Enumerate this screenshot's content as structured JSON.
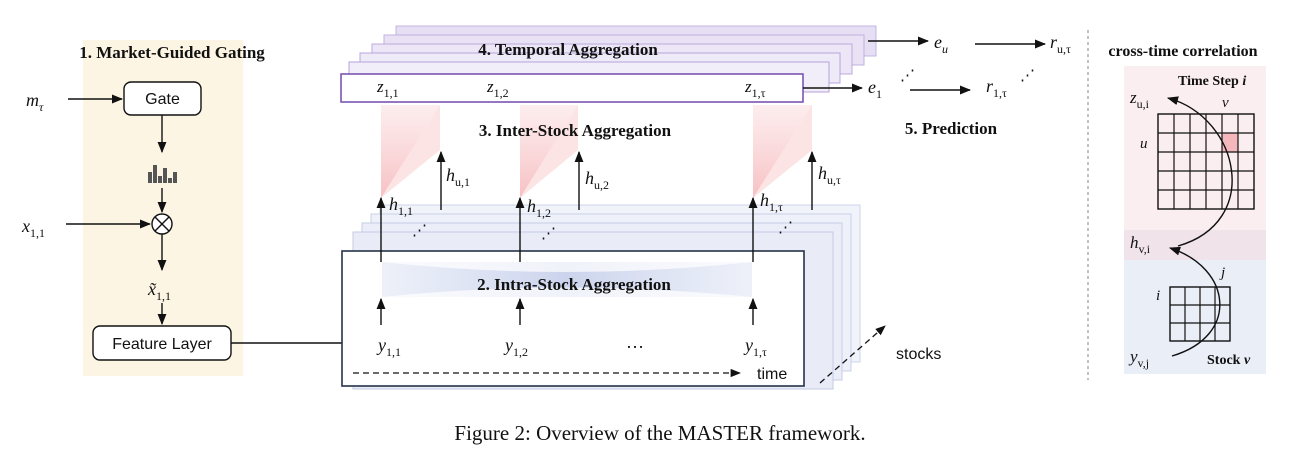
{
  "titles": {
    "gating": "1. Market-Guided Gating",
    "intra": "2. Intra-Stock Aggregation",
    "inter": "3. Inter-Stock Aggregation",
    "temporal": "4. Temporal Aggregation",
    "prediction": "5. Prediction",
    "correlation": "cross-time correlation"
  },
  "gating": {
    "m_label": "m",
    "m_sub": "τ",
    "gate_label": "Gate",
    "x_label": "x",
    "x_sub": "1,1",
    "xt_label": "x̃",
    "xt_sub": "1,1",
    "feature_label": "Feature Layer"
  },
  "inputs": {
    "y11": "y",
    "y11_sub": "1,1",
    "y12": "y",
    "y12_sub": "1,2",
    "y1t": "y",
    "y1t_sub": "1,τ",
    "ellipsis": "…",
    "time": "time",
    "stocks": "stocks"
  },
  "hidden": {
    "h11": "h",
    "h11_sub": "1,1",
    "h12": "h",
    "h12_sub": "1,2",
    "h1t": "h",
    "h1t_sub": "1,τ",
    "hu1": "h",
    "hu1_sub": "u,1",
    "hu2": "h",
    "hu2_sub": "u,2",
    "hut": "h",
    "hut_sub": "u,τ",
    "dots": "⋰"
  },
  "temporal": {
    "z11": "z",
    "z11_sub": "1,1",
    "z12": "z",
    "z12_sub": "1,2",
    "z1t": "z",
    "z1t_sub": "1,τ"
  },
  "prediction": {
    "eu": "e",
    "eu_sub": "u",
    "e1": "e",
    "e1_sub": "1",
    "ru": "r",
    "ru_sub": "u,τ",
    "r1": "r",
    "r1_sub": "1,τ",
    "dots": "⋰"
  },
  "correlation": {
    "time_step": "Time Step ",
    "time_step_var": "i",
    "zui": "z",
    "zui_sub": "u,i",
    "v": "v",
    "u": "u",
    "hvi": "h",
    "hvi_sub": "v,i",
    "j": "j",
    "i": "i",
    "yvj": "y",
    "yvj_sub": "v,j",
    "stock": "Stock ",
    "stock_var": "v"
  },
  "caption": "Figure 2: Overview of the MASTER framework.",
  "colors": {
    "gating_bg": "#fdf5e3",
    "temporal_fill": "#ece6f6",
    "temporal_stroke": "#b9a7db",
    "temporal_front": "#7a55b3",
    "intra_fill": "#eef1f9",
    "intra_stroke": "#c9d0e6",
    "inter_fan": "#f5b2b5",
    "corr_top": "#fbeef0",
    "corr_mid": "#f1e6ed",
    "corr_bottom": "#e9eef7",
    "highlight_cell": "#f4b8bc"
  }
}
